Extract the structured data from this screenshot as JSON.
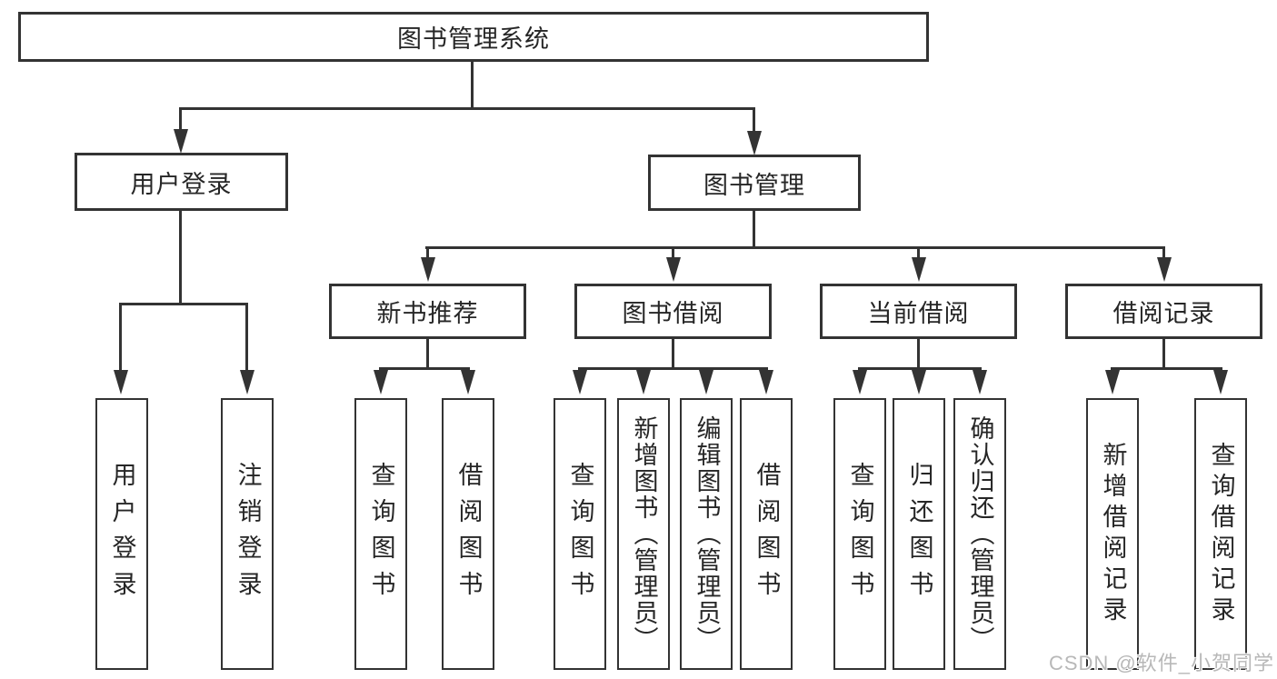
{
  "diagram": {
    "title": "图书管理系统",
    "branches": [
      {
        "label": "用户登录",
        "children": [
          {
            "label": "用户登录"
          },
          {
            "label": "注销登录"
          }
        ]
      },
      {
        "label": "图书管理",
        "children": [
          {
            "label": "新书推荐",
            "children": [
              {
                "label": "查询图书"
              },
              {
                "label": "借阅图书"
              }
            ]
          },
          {
            "label": "图书借阅",
            "children": [
              {
                "label": "查询图书"
              },
              {
                "label": "新增图书（管理员）"
              },
              {
                "label": "编辑图书（管理员）"
              },
              {
                "label": "借阅图书"
              }
            ]
          },
          {
            "label": "当前借阅",
            "children": [
              {
                "label": "查询图书"
              },
              {
                "label": "归还图书"
              },
              {
                "label": "确认归还（管理员）"
              }
            ]
          },
          {
            "label": "借阅记录",
            "children": [
              {
                "label": "新增借阅记录"
              },
              {
                "label": "查询借阅记录"
              }
            ]
          }
        ]
      }
    ]
  },
  "watermark": {
    "text": "CSDN @软件_小贺同学"
  },
  "colors": {
    "line": "#333333",
    "text": "#262626",
    "watermark": "#b8b8b8",
    "background": "#ffffff"
  }
}
